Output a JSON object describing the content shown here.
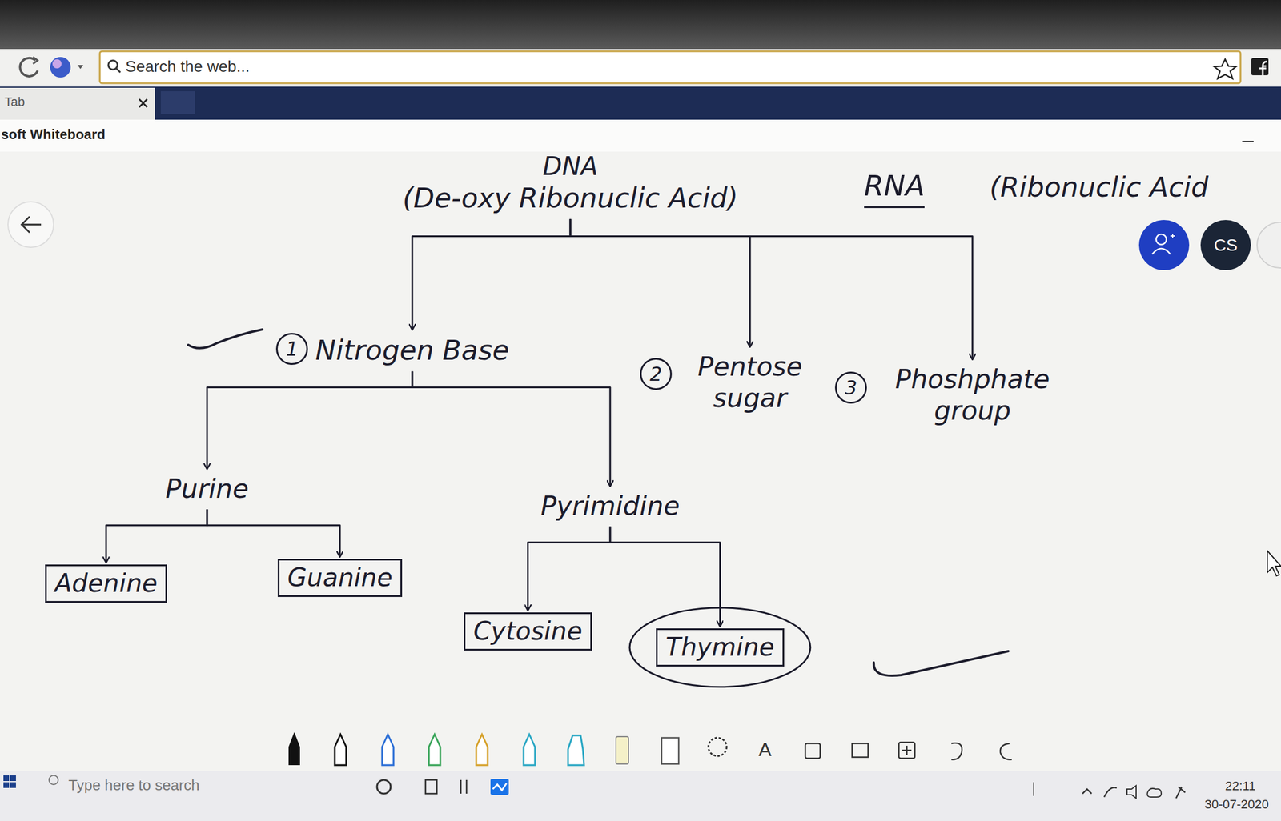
{
  "diagram": {
    "nodes": [
      {
        "text": [
          "DNA",
          "(De-oxy Ribonuclic Acid)"
        ]
      },
      {
        "text": [
          "Nitrogen Base"
        ]
      },
      {
        "text": [
          "Pentose sugar"
        ]
      },
      {
        "text": [
          "Phoshphate group"
        ]
      },
      {
        "text": [
          "Purine"
        ]
      },
      {
        "text": [
          "Pyrimidine"
        ]
      },
      {
        "text": [
          "Adenine"
        ]
      },
      {
        "text": [
          "Guanine"
        ]
      },
      {
        "text": [
          "Cytosine"
        ]
      },
      {
        "text": [
          "Thymine"
        ]
      }
    ],
    "edges": [
      {
        "from": 0,
        "to": 1,
        "arrow": "to"
      },
      {
        "from": 0,
        "to": 2,
        "arrow": "to"
      },
      {
        "from": 0,
        "to": 3,
        "arrow": "to"
      },
      {
        "from": 1,
        "to": 4,
        "arrow": "to"
      },
      {
        "from": 1,
        "to": 5,
        "arrow": "to"
      },
      {
        "from": 4,
        "to": 6,
        "arrow": "to"
      },
      {
        "from": 4,
        "to": 7,
        "arrow": "to"
      },
      {
        "from": 5,
        "to": 8,
        "arrow": "to"
      },
      {
        "from": 5,
        "to": 9,
        "arrow": "to"
      }
    ],
    "labels": [
      "RNA",
      "(Ribonuclic Acid",
      "1",
      "2",
      "3",
      "Search the web...",
      "Tab",
      "soft Whiteboard",
      "CS",
      "Type here to search",
      "22:11",
      "30-07-2020",
      "A"
    ]
  }
}
